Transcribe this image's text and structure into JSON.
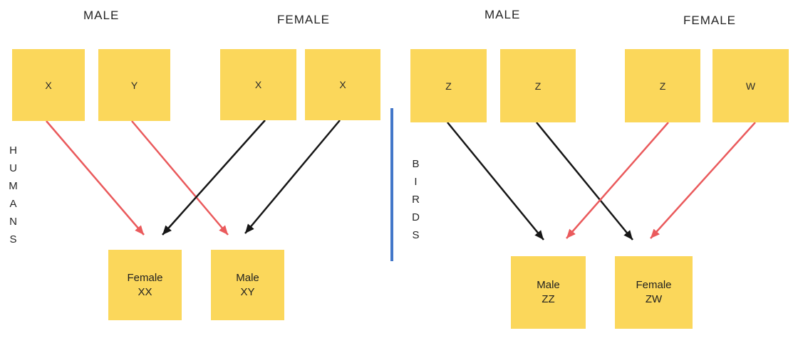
{
  "colors": {
    "background": "#ffffff",
    "box_yellow": "#FBD75B",
    "arrow_red": "#EA5A5C",
    "arrow_black": "#161616",
    "divider_blue": "#4377C9",
    "text_dark": "#242424"
  },
  "humans": {
    "group_label": "HUMANS",
    "male_header": "MALE",
    "female_header": "FEMALE",
    "male_chromosomes": [
      {
        "label": "X"
      },
      {
        "label": "Y"
      }
    ],
    "female_chromosomes": [
      {
        "label": "X"
      },
      {
        "label": "X"
      }
    ],
    "offspring": [
      {
        "sex": "Female",
        "genotype": "XX"
      },
      {
        "sex": "Male",
        "genotype": "XY"
      }
    ]
  },
  "birds": {
    "group_label": "BIRDS",
    "male_header": "MALE",
    "female_header": "FEMALE",
    "male_chromosomes": [
      {
        "label": "Z"
      },
      {
        "label": "Z"
      }
    ],
    "female_chromosomes": [
      {
        "label": "Z"
      },
      {
        "label": "W"
      }
    ],
    "offspring": [
      {
        "sex": "Male",
        "genotype": "ZZ"
      },
      {
        "sex": "Female",
        "genotype": "ZW"
      }
    ]
  },
  "arrows": [
    {
      "panel": "humans",
      "from": "male X",
      "to": "Female XX",
      "color": "red"
    },
    {
      "panel": "humans",
      "from": "male Y",
      "to": "Male XY",
      "color": "red"
    },
    {
      "panel": "humans",
      "from": "female X (first)",
      "to": "Female XX",
      "color": "black"
    },
    {
      "panel": "humans",
      "from": "female X (second)",
      "to": "Male XY",
      "color": "black"
    },
    {
      "panel": "birds",
      "from": "male Z (first)",
      "to": "Male ZZ",
      "color": "black"
    },
    {
      "panel": "birds",
      "from": "male Z (second)",
      "to": "Female ZW",
      "color": "black"
    },
    {
      "panel": "birds",
      "from": "female Z",
      "to": "Male ZZ",
      "color": "red"
    },
    {
      "panel": "birds",
      "from": "female W",
      "to": "Female ZW",
      "color": "red"
    }
  ]
}
